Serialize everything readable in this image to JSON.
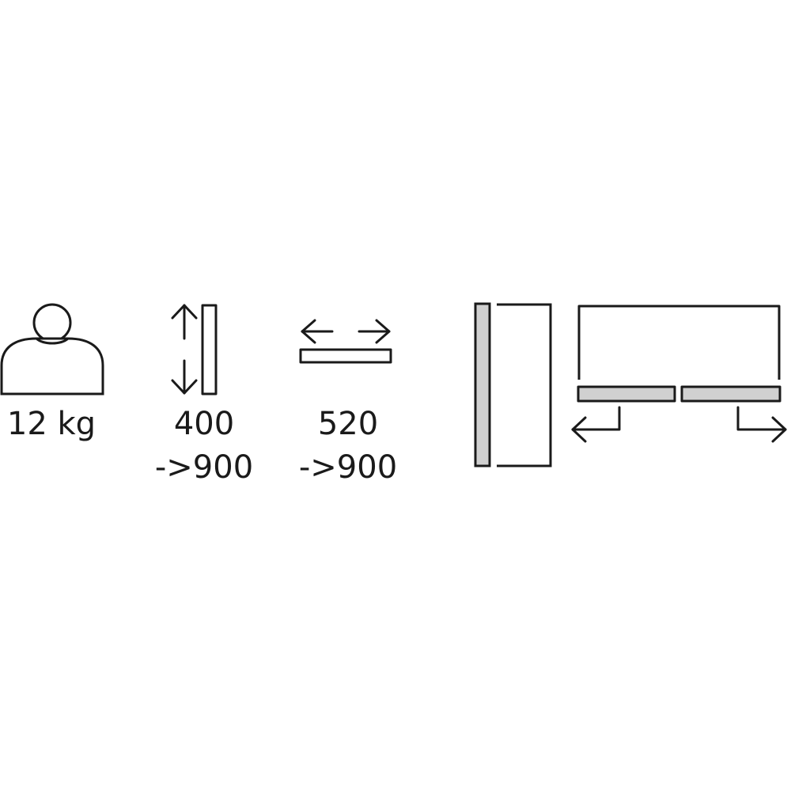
{
  "weight": {
    "label": "12 kg",
    "icon": "weight-icon"
  },
  "height_adjust": {
    "line1": "400",
    "line2": "->900",
    "icon": "vertical-arrows-panel-icon"
  },
  "width_adjust": {
    "line1": "520",
    "line2": "->900",
    "icon": "horizontal-arrows-panel-icon"
  },
  "colors": {
    "stroke": "#1a1a1a",
    "panel_fill": "#d0d0d0",
    "background": "#ffffff"
  }
}
